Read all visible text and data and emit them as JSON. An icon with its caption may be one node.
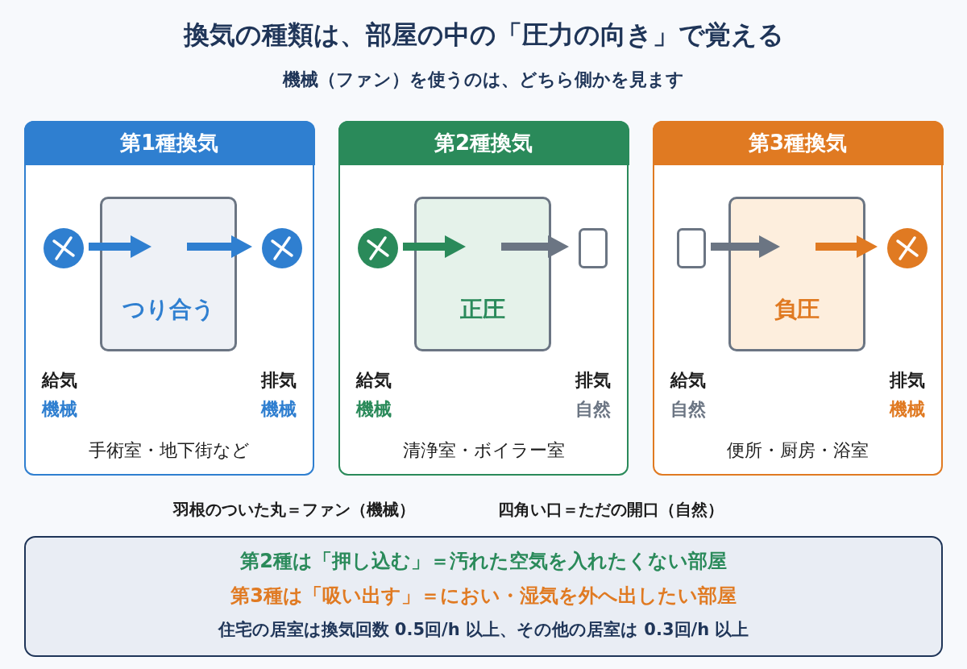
{
  "diagram": {
    "title": "換気の種類は、部屋の中の「圧力の向き」で覚える",
    "nodes": [
      {
        "text": [
          "第1種換気",
          "給気",
          "機械",
          "排気",
          "機械",
          "手術室・地下街など"
        ]
      },
      {
        "text": [],
        "shape": "circle",
        "in": 0
      },
      {
        "text": [
          "つり合う"
        ],
        "in": 0
      },
      {
        "text": [],
        "shape": "circle",
        "in": 0
      },
      {
        "text": [
          "第2種換気",
          "給気",
          "機械",
          "排気",
          "自然",
          "清浄室・ボイラー室"
        ]
      },
      {
        "text": [],
        "shape": "circle",
        "in": 4
      },
      {
        "text": [
          "正圧"
        ],
        "in": 4
      },
      {
        "text": [],
        "shape": "box",
        "in": 4
      },
      {
        "text": [
          "第3種換気",
          "給気",
          "自然",
          "排気",
          "機械",
          "便所・厨房・浴室"
        ]
      },
      {
        "text": [],
        "shape": "box",
        "in": 8
      },
      {
        "text": [
          "負圧"
        ],
        "in": 8
      },
      {
        "text": [],
        "shape": "circle",
        "in": 8
      },
      {
        "text": [
          "第2種は「押し込む」＝汚れた空気を入れたくない部屋",
          "第3種は「吸い出す」＝におい・湿気を外へ出したい部屋",
          "住宅の居室は換気回数 0.5回/h 以上、その他の居室は 0.3回/h 以上"
        ]
      }
    ],
    "edges": [
      {
        "from": 1,
        "to": 2,
        "arrow": "to",
        "color": "#2f7fd0"
      },
      {
        "from": 2,
        "to": 3,
        "arrow": "to",
        "color": "#2f7fd0"
      },
      {
        "from": 5,
        "to": 6,
        "arrow": "to",
        "color": "#2a8a5a"
      },
      {
        "from": 6,
        "to": 7,
        "arrow": "to",
        "color": "#6b7583"
      },
      {
        "from": 9,
        "to": 10,
        "arrow": "to",
        "color": "#6b7583"
      },
      {
        "from": 10,
        "to": 11,
        "arrow": "to",
        "color": "#e07a22"
      }
    ],
    "labels": [
      "機械（ファン）を使うのは、どちら側かを見ます",
      "羽根のついた丸＝ファン（機械）",
      "四角い口＝ただの開口（自然）"
    ]
  }
}
